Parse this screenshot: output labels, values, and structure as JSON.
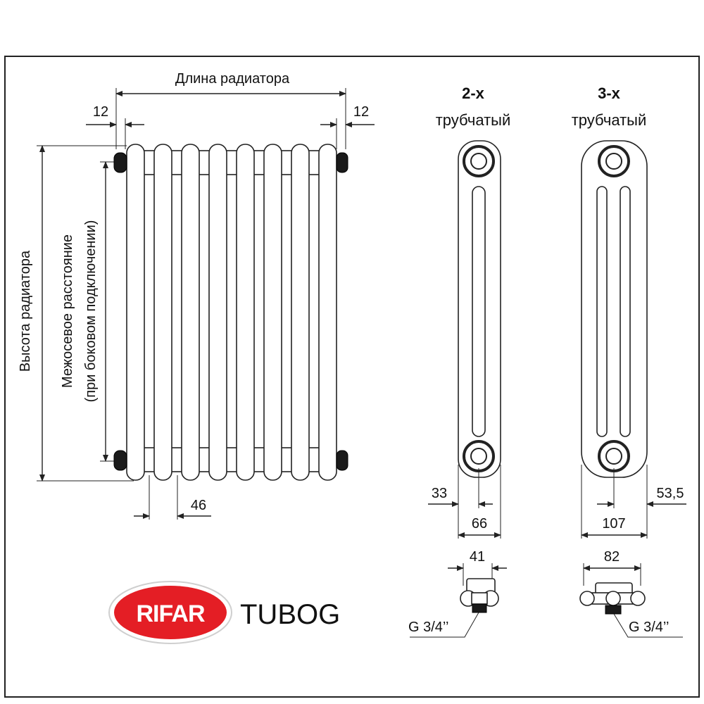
{
  "front_view": {
    "length_label": "Длина радиатора",
    "left_offset": "12",
    "right_offset": "12",
    "height_label": "Высота радиатора",
    "center_distance_line1": "Межосевое расстояние",
    "center_distance_line2": "(при боковом подключении)",
    "section_pitch": "46"
  },
  "two_tube": {
    "title": "2-х",
    "subtitle": "трубчатый",
    "offset": "33",
    "depth": "66",
    "nipple_width": "41",
    "thread": "G 3/4’’"
  },
  "three_tube": {
    "title": "3-х",
    "subtitle": "трубчатый",
    "offset": "53,5",
    "depth": "107",
    "nipple_width": "82",
    "thread": "G 3/4’’"
  },
  "brand": {
    "logo": "RIFAR",
    "model": "TUBOG",
    "logo_color": "#e41e25"
  }
}
